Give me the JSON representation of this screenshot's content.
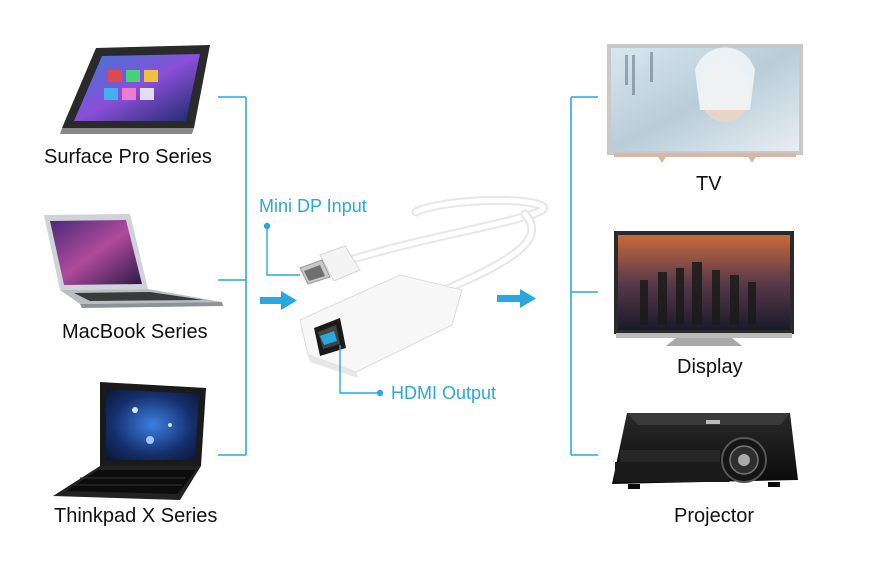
{
  "sources": [
    {
      "label": "Surface Pro Series",
      "icon": "tablet-icon"
    },
    {
      "label": "MacBook Series",
      "icon": "laptop-icon"
    },
    {
      "label": "Thinkpad X Series",
      "icon": "laptop-icon"
    }
  ],
  "targets": [
    {
      "label": "TV",
      "icon": "tv-icon"
    },
    {
      "label": "Display",
      "icon": "monitor-icon"
    },
    {
      "label": "Projector",
      "icon": "projector-icon"
    }
  ],
  "adapter": {
    "input_label": "Mini DP Input",
    "output_label": "HDMI Output"
  },
  "colors": {
    "accent": "#29a8e0",
    "text": "#111111"
  }
}
